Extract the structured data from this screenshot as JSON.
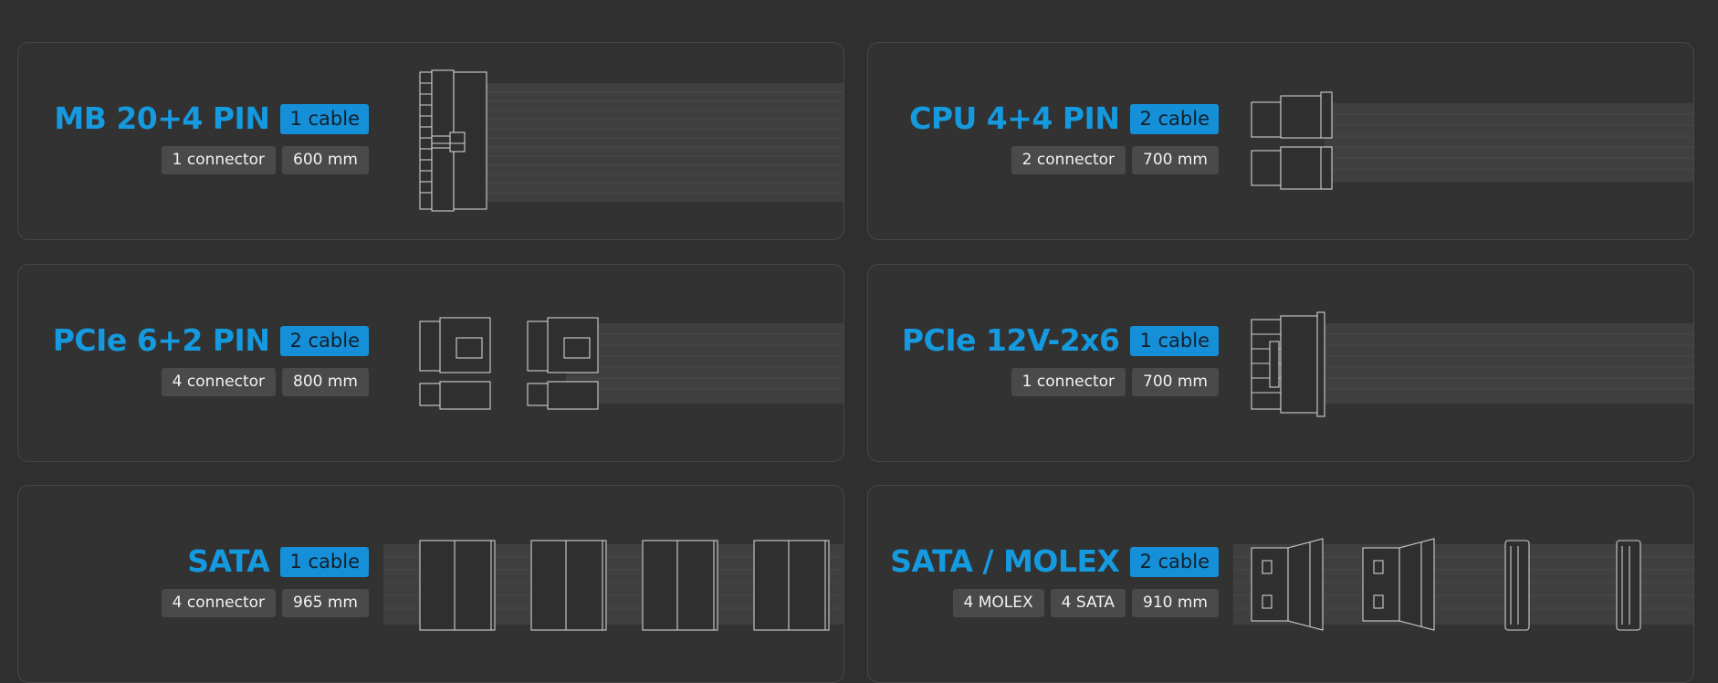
{
  "colors": {
    "accent": "#1599df",
    "badge": "#1590d8",
    "tag_bg": "#4a4a4a",
    "card_bg": "#323232"
  },
  "cards": [
    {
      "title": "MB 20+4 PIN",
      "cable": "1 cable",
      "tags": [
        "1 connector",
        "600 mm"
      ]
    },
    {
      "title": "CPU 4+4 PIN",
      "cable": "2 cable",
      "tags": [
        "2 connector",
        "700 mm"
      ]
    },
    {
      "title": "PCIe 6+2 PIN",
      "cable": "2 cable",
      "tags": [
        "4 connector",
        "800 mm"
      ]
    },
    {
      "title": "PCIe 12V-2x6",
      "cable": "1 cable",
      "tags": [
        "1 connector",
        "700 mm"
      ]
    },
    {
      "title": "SATA",
      "cable": "1 cable",
      "tags": [
        "4 connector",
        "965 mm"
      ]
    },
    {
      "title": "SATA / MOLEX",
      "cable": "2 cable",
      "tags": [
        "4 MOLEX",
        "4 SATA",
        "910 mm"
      ]
    }
  ]
}
